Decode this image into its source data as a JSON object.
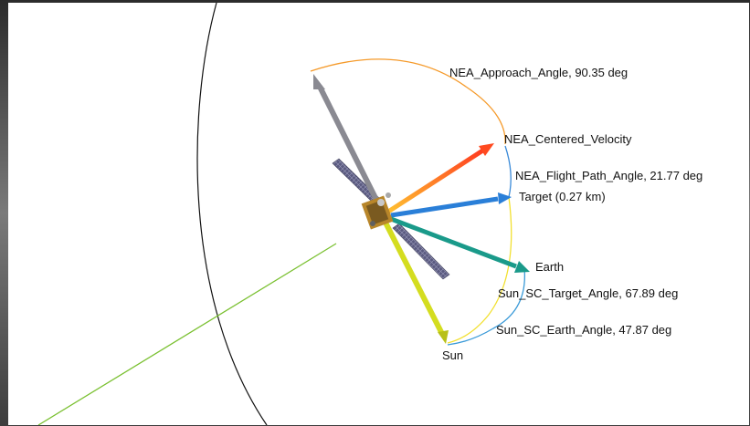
{
  "labels": {
    "approach_angle": "NEA_Approach_Angle, 90.35 deg",
    "centered_velocity": "NEA_Centered_Velocity",
    "flight_path_angle": "NEA_Flight_Path_Angle, 21.77 deg",
    "target": "Target (0.27 km)",
    "earth": "Earth",
    "sun_sc_target_angle": "Sun_SC_Target_Angle, 67.89 deg",
    "sun_sc_earth_angle": "Sun_SC_Earth_Angle, 47.87 deg",
    "sun": "Sun"
  },
  "colors": {
    "approach_vector": "#8a8a92",
    "velocity_vector_start": "#ffb020",
    "velocity_vector_end": "#ff4a20",
    "target_vector": "#2a7fd8",
    "earth_vector": "#1a9a8a",
    "sun_vector": "#d4dd20",
    "approach_arc": "#f59a2a",
    "flight_path_arc": "#3a8ad8",
    "sun_target_arc": "#f2e030",
    "sun_earth_arc": "#3a9ad8",
    "orbit_line": "#111111",
    "green_line": "#7ac030"
  }
}
